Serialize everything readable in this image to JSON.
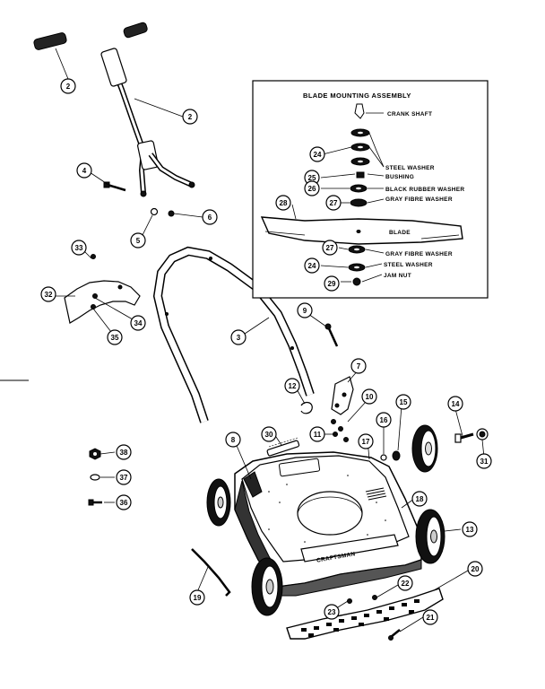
{
  "inset": {
    "title": "BLADE MOUNTING ASSEMBLY",
    "labels": {
      "crank_shaft": "CRANK SHAFT",
      "steel_washer": "STEEL WASHER",
      "bushing": "BUSHING",
      "black_rubber_washer": "BLACK RUBBER WASHER",
      "gray_fibre_washer_top": "GRAY FIBRE WASHER",
      "blade": "BLADE",
      "gray_fibre_washer_bottom": "GRAY FIBRE WASHER",
      "steel_washer_bottom": "STEEL WASHER",
      "jam_nut": "JAM NUT"
    }
  },
  "deck_text": "CRAFTSMAN",
  "callouts": {
    "c2a": "2",
    "c2b": "2",
    "c4": "4",
    "c5": "5",
    "c6": "6",
    "c33": "33",
    "c32": "32",
    "c34": "34",
    "c35": "35",
    "c3": "3",
    "c9": "9",
    "c7": "7",
    "c12": "12",
    "c10": "10",
    "c11": "11",
    "c17": "17",
    "c16": "16",
    "c15": "15",
    "c14": "14",
    "c31": "31",
    "c30": "30",
    "c8": "8",
    "c38": "38",
    "c37": "37",
    "c36": "36",
    "c18": "18",
    "c13": "13",
    "c19": "19",
    "c20": "20",
    "c22": "22",
    "c23": "23",
    "c21": "21",
    "i24a": "24",
    "i25": "25",
    "i26": "26",
    "i27a": "27",
    "i28": "28",
    "i27b": "27",
    "i24b": "24",
    "i29": "29"
  }
}
